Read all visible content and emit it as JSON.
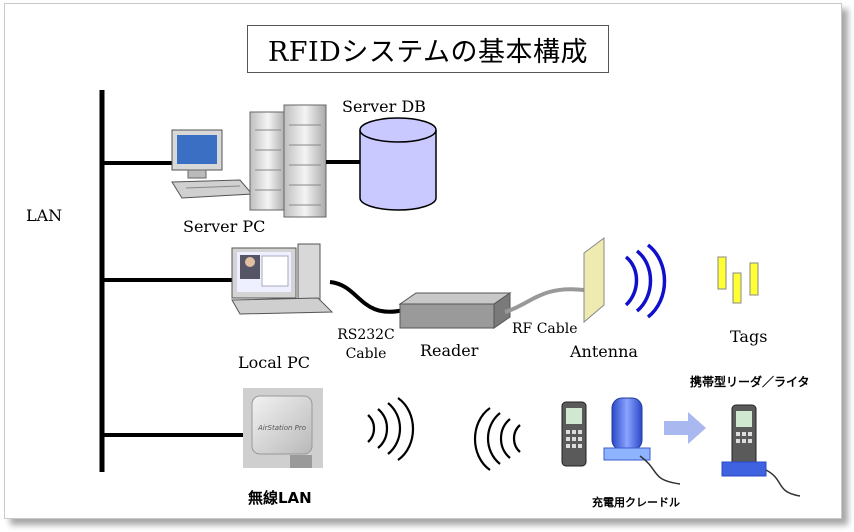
{
  "title": "RFIDシステムの基本構成",
  "labels": {
    "lan": "LAN",
    "server_db": "Server DB",
    "server_pc": "Server PC",
    "local_pc": "Local PC",
    "rs232c_line1": "RS232C",
    "rs232c_line2": "Cable",
    "reader": "Reader",
    "rf_cable": "RF Cable",
    "antenna": "Antenna",
    "tags": "Tags",
    "handheld": "携帯型リーダ／ライタ",
    "wireless_lan": "無線LAN",
    "cradle": "充電用クレードル",
    "ap_brand": "AirStation Pro"
  },
  "colors": {
    "db_fill": "#c9c9ff",
    "tag_fill": "#ffff33",
    "wave_blue": "#1010cc",
    "arrow": "#aab8f0",
    "antenna_fill": "#eeeab0"
  }
}
